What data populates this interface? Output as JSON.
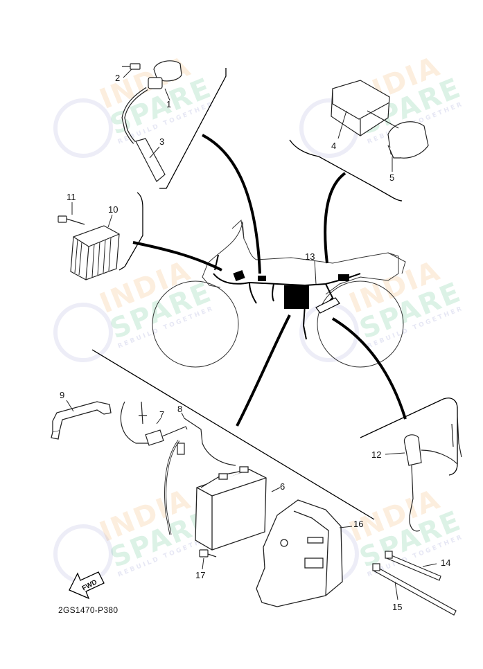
{
  "diagram": {
    "drawing_code": "2GS1470-P380",
    "forward_label": "FWD",
    "watermark": {
      "line1": "INDIA",
      "line2": "SPARE",
      "tagline": "REBUILD TOGETHER"
    },
    "callouts": [
      {
        "id": "1",
        "label": "1"
      },
      {
        "id": "2",
        "label": "2"
      },
      {
        "id": "3",
        "label": "3"
      },
      {
        "id": "4",
        "label": "4"
      },
      {
        "id": "5",
        "label": "5"
      },
      {
        "id": "6",
        "label": "6"
      },
      {
        "id": "7",
        "label": "7"
      },
      {
        "id": "8",
        "label": "8"
      },
      {
        "id": "9",
        "label": "9"
      },
      {
        "id": "10",
        "label": "10"
      },
      {
        "id": "11",
        "label": "11"
      },
      {
        "id": "12",
        "label": "12"
      },
      {
        "id": "13",
        "label": "13"
      },
      {
        "id": "14",
        "label": "14"
      },
      {
        "id": "15",
        "label": "15"
      },
      {
        "id": "16",
        "label": "16"
      },
      {
        "id": "17",
        "label": "17"
      }
    ]
  }
}
